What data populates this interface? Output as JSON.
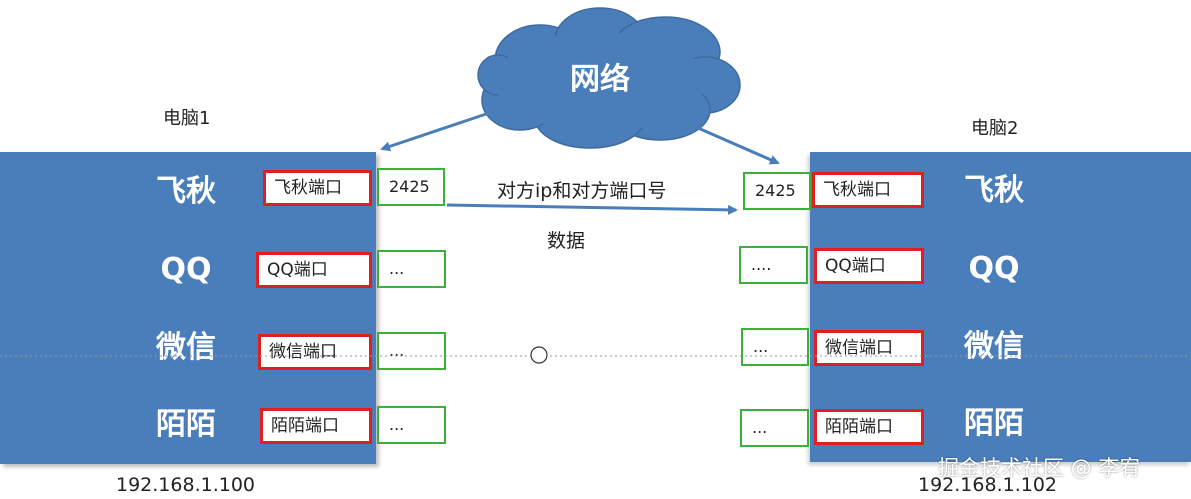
{
  "computer1": {
    "title": "电脑1",
    "ip": "192.168.1.100",
    "apps": [
      {
        "name": "飞秋",
        "port_label": "飞秋端口",
        "port_value": "2425"
      },
      {
        "name": "QQ",
        "port_label": "QQ端口",
        "port_value": "..."
      },
      {
        "name": "微信",
        "port_label": "微信端口",
        "port_value": "..."
      },
      {
        "name": "陌陌",
        "port_label": "陌陌端口",
        "port_value": "..."
      }
    ]
  },
  "computer2": {
    "title": "电脑2",
    "ip": "192.168.1.102",
    "apps": [
      {
        "name": "飞秋",
        "port_label": "飞秋端口",
        "port_value": "2425"
      },
      {
        "name": "QQ",
        "port_label": "QQ端口",
        "port_value": "...."
      },
      {
        "name": "微信",
        "port_label": "微信端口",
        "port_value": "..."
      },
      {
        "name": "陌陌",
        "port_label": "陌陌端口",
        "port_value": "..."
      }
    ]
  },
  "network": {
    "label": "网络"
  },
  "transfer": {
    "header_label": "对方ip和对方端口号",
    "data_label": "数据"
  },
  "watermark": "掘金技术社区 @ 李宥",
  "colors": {
    "panel": "#4a7ebb",
    "cloud": "#4a7ebb",
    "port_label_border": "#e02020",
    "port_value_border": "#3bb03b",
    "arrow": "#4a7ebb"
  }
}
